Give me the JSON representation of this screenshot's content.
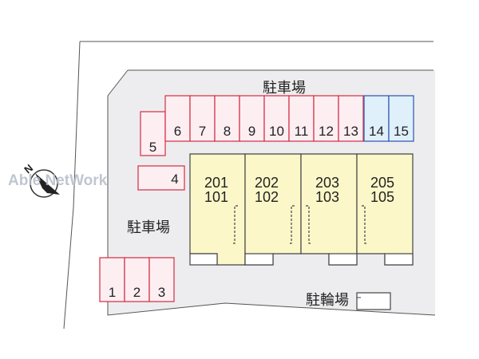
{
  "labels": {
    "parking_top": "駐車場",
    "parking_left": "駐車場",
    "bicycle": "駐輪場"
  },
  "watermark": "Able NetWork",
  "compass": {
    "north_label": "N"
  },
  "parking_spaces": [
    "1",
    "2",
    "3",
    "4",
    "5",
    "6",
    "7",
    "8",
    "9",
    "10",
    "11",
    "12",
    "13",
    "14",
    "15"
  ],
  "units": [
    {
      "upper": "201",
      "lower": "101"
    },
    {
      "upper": "202",
      "lower": "102"
    },
    {
      "upper": "203",
      "lower": "103"
    },
    {
      "upper": "205",
      "lower": "105"
    }
  ],
  "colors": {
    "lot": "#ededef",
    "space_fill_red": "#fdeef2",
    "space_stroke_red": "#d83a4f",
    "space_fill_blue": "#dff0fb",
    "space_stroke_blue": "#3b5db3",
    "building_fill": "#fbf7c8",
    "outline": "#444444"
  }
}
